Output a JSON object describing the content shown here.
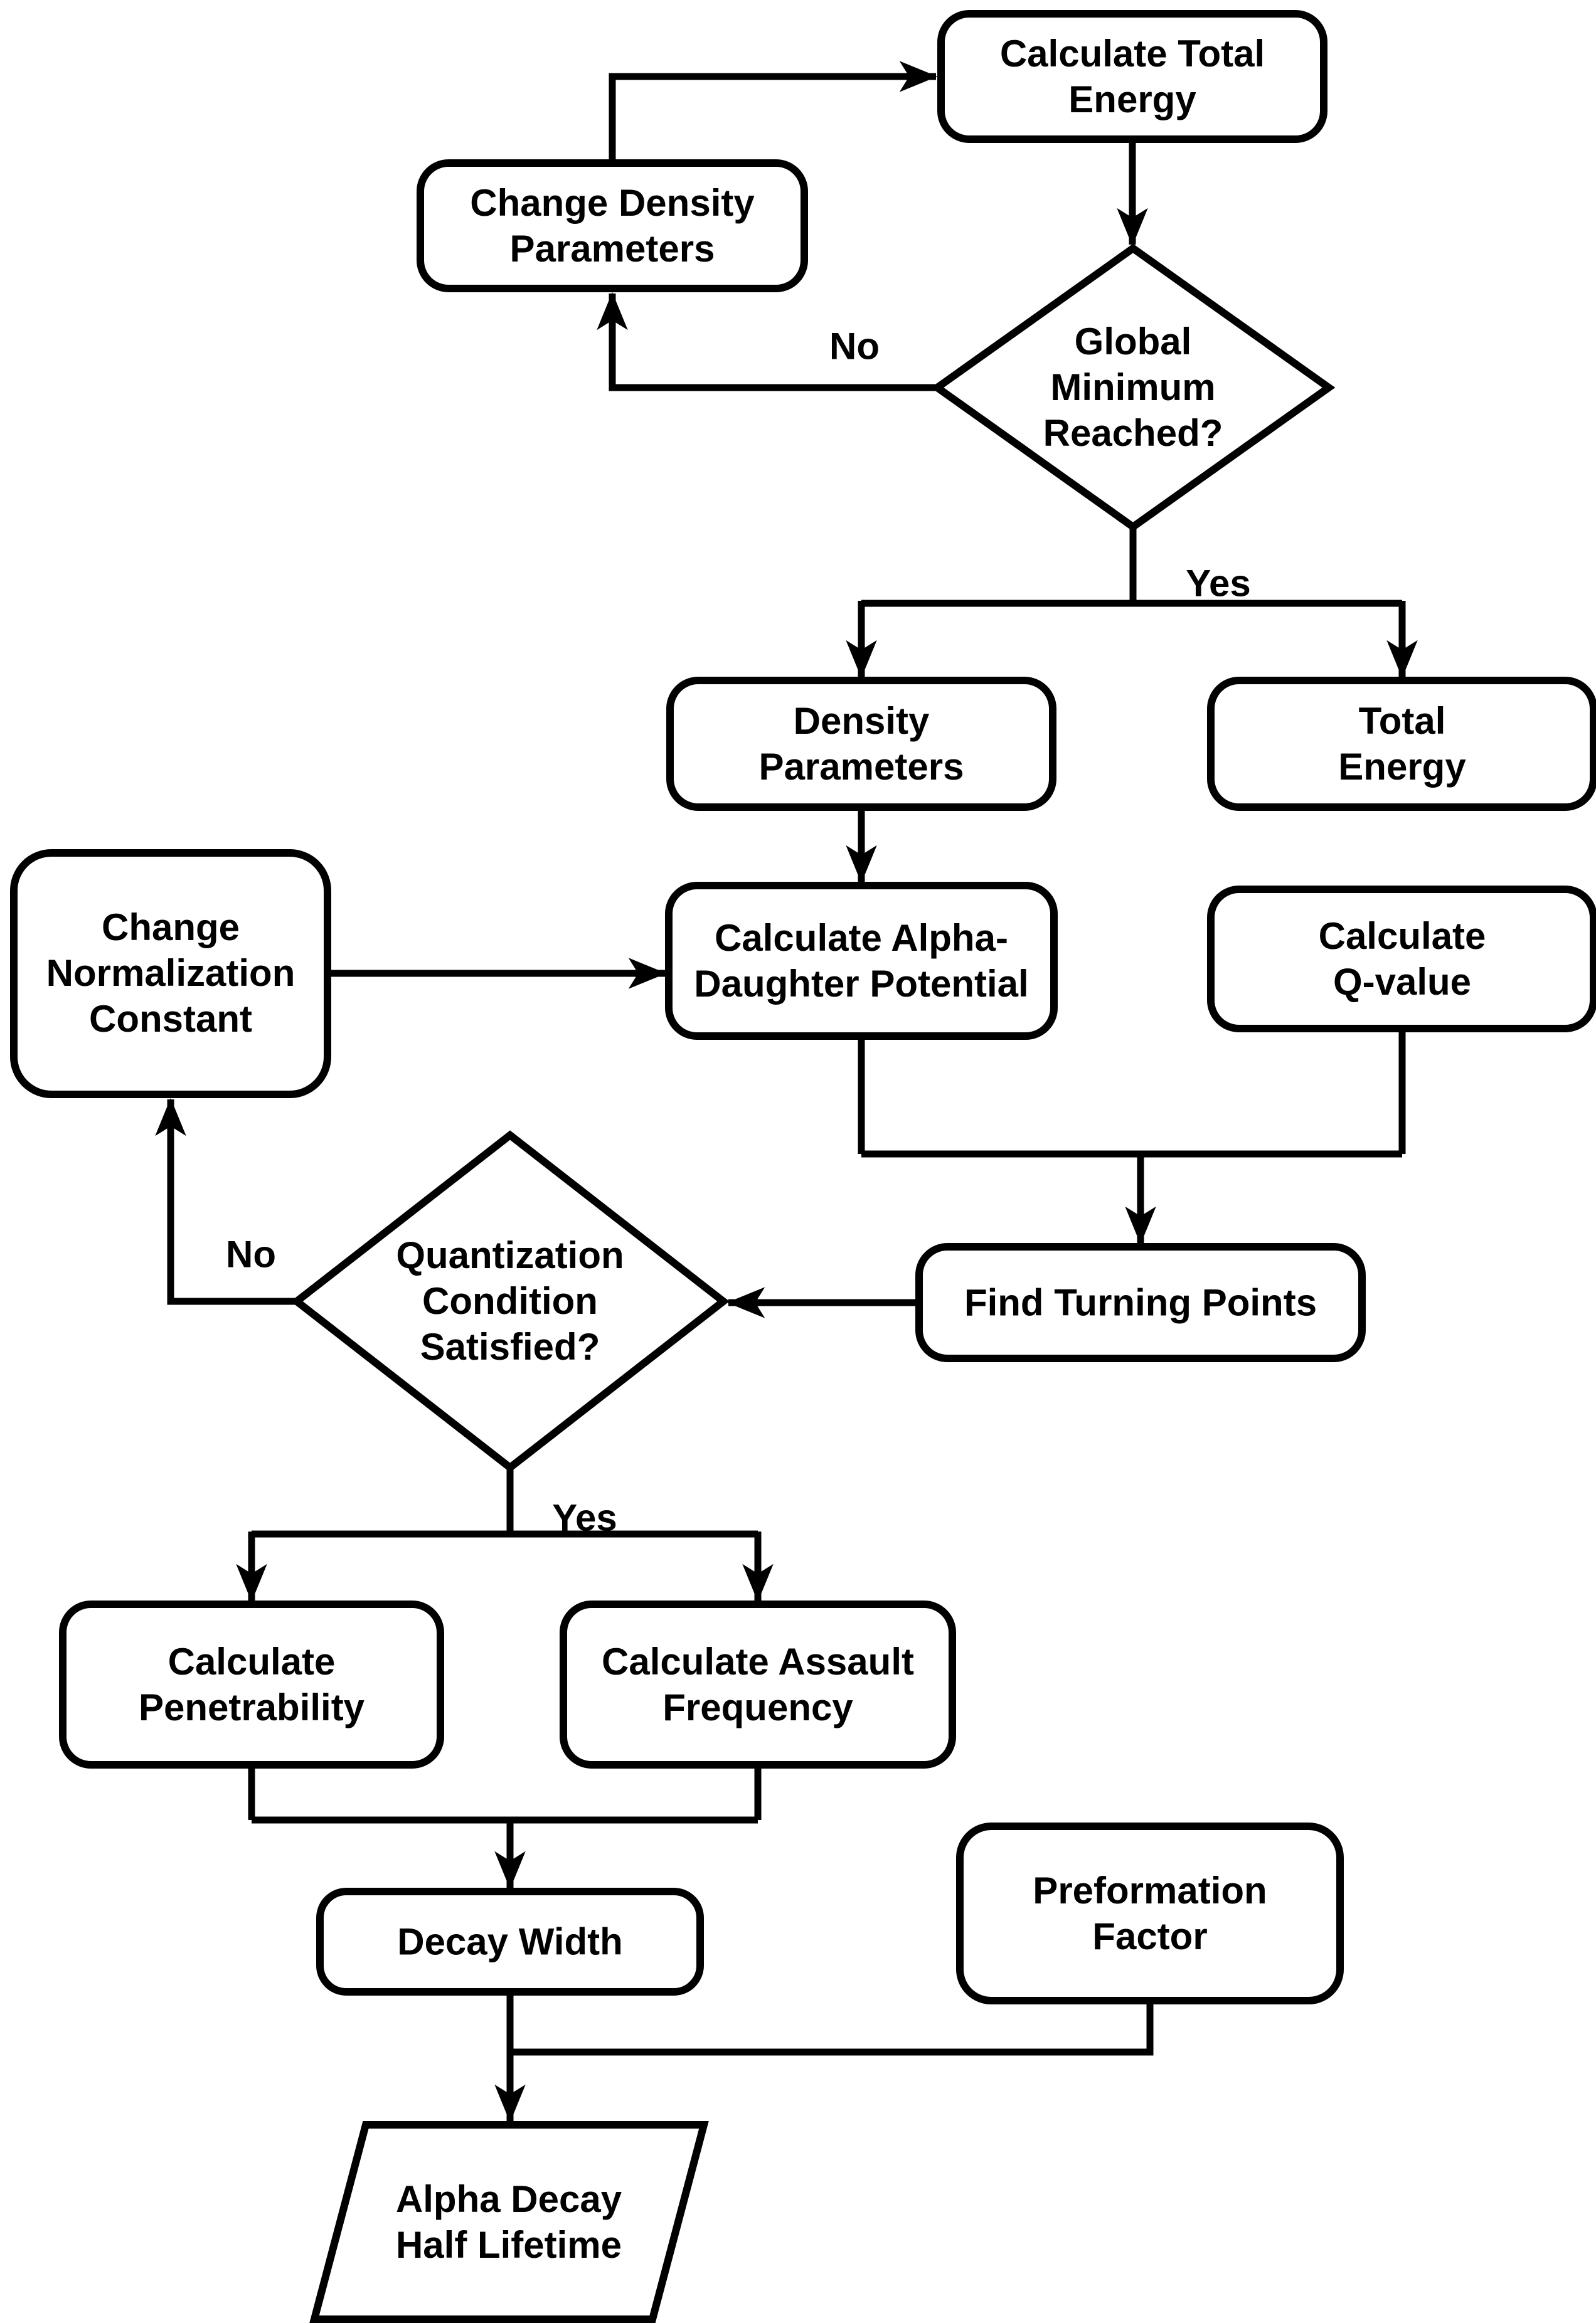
{
  "diagram": {
    "background_color": "#ffffff",
    "stroke_color": "#000000",
    "text_color": "#000000",
    "nodes": {
      "calc_total_energy": {
        "label": "Calculate Total\nEnergy",
        "type": "process"
      },
      "change_density": {
        "label": "Change Density\nParameters",
        "type": "process"
      },
      "global_minimum": {
        "label": "Global\nMinimum\nReached?",
        "type": "decision"
      },
      "density_params": {
        "label": "Density\nParameters",
        "type": "process"
      },
      "total_energy": {
        "label": "Total Energy",
        "type": "process"
      },
      "change_norm": {
        "label": "Change\nNormalization\nConstant",
        "type": "process"
      },
      "calc_alpha_daughter": {
        "label": "Calculate Alpha-\nDaughter Potential",
        "type": "process"
      },
      "calc_q_value": {
        "label": "Calculate Q-value",
        "type": "process"
      },
      "find_turning_points": {
        "label": "Find Turning Points",
        "type": "process"
      },
      "quantization": {
        "label": "Quantization\nCondition\nSatisfied?",
        "type": "decision"
      },
      "calc_penetrability": {
        "label": "Calculate\nPenetrability",
        "type": "process"
      },
      "calc_assault_freq": {
        "label": "Calculate Assault\nFrequency",
        "type": "process"
      },
      "decay_width": {
        "label": "Decay Width",
        "type": "process"
      },
      "preformation_factor": {
        "label": "Preformation\nFactor",
        "type": "process"
      },
      "alpha_half_lifetime": {
        "label": "Alpha Decay\nHalf Lifetime",
        "type": "output"
      }
    },
    "edge_labels": {
      "global_no": "No",
      "global_yes": "Yes",
      "quant_no": "No",
      "quant_yes": "Yes"
    },
    "edges": [
      {
        "from": "change_density",
        "to": "calc_total_energy",
        "label": ""
      },
      {
        "from": "calc_total_energy",
        "to": "global_minimum",
        "label": ""
      },
      {
        "from": "global_minimum",
        "to": "change_density",
        "label": "No"
      },
      {
        "from": "global_minimum",
        "to": "density_params",
        "label": "Yes"
      },
      {
        "from": "global_minimum",
        "to": "total_energy",
        "label": "Yes"
      },
      {
        "from": "density_params",
        "to": "calc_alpha_daughter",
        "label": ""
      },
      {
        "from": "total_energy",
        "to": "calc_q_value",
        "label": ""
      },
      {
        "from": "change_norm",
        "to": "calc_alpha_daughter",
        "label": ""
      },
      {
        "from": "calc_alpha_daughter",
        "to": "find_turning_points",
        "label": ""
      },
      {
        "from": "calc_q_value",
        "to": "find_turning_points",
        "label": ""
      },
      {
        "from": "find_turning_points",
        "to": "quantization",
        "label": ""
      },
      {
        "from": "quantization",
        "to": "change_norm",
        "label": "No"
      },
      {
        "from": "quantization",
        "to": "calc_penetrability",
        "label": "Yes"
      },
      {
        "from": "quantization",
        "to": "calc_assault_freq",
        "label": "Yes"
      },
      {
        "from": "calc_penetrability",
        "to": "decay_width",
        "label": ""
      },
      {
        "from": "calc_assault_freq",
        "to": "decay_width",
        "label": ""
      },
      {
        "from": "decay_width",
        "to": "alpha_half_lifetime",
        "label": ""
      },
      {
        "from": "preformation_factor",
        "to": "alpha_half_lifetime",
        "label": ""
      }
    ]
  }
}
